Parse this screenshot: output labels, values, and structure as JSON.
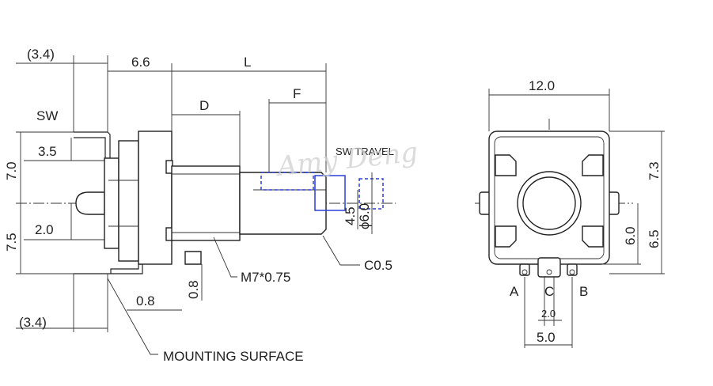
{
  "side_view": {
    "dims": {
      "top_offset": "(3.4)",
      "bottom_offset": "(3.4)",
      "flange": "6.6",
      "length": "L",
      "thread_len": "D",
      "flat_len": "F",
      "sw_label": "SW",
      "sw_travel": "SW TRAVEL",
      "upper_half": "7.0",
      "sw_pin": "3.5",
      "lower_half": "7.5",
      "pin_offset": "2.0",
      "flat_depth": "4.5",
      "shaft_dia": "ϕ6.0",
      "chamfer": "C0.5",
      "thread": "M7*0.75",
      "pin_thick": "0.8",
      "pin_gap": "0.8",
      "mounting": "MOUNTING SURFACE"
    }
  },
  "front_view": {
    "dims": {
      "width": "12.0",
      "top_h": "7.3",
      "pin_h": "6.0",
      "bottom_h": "6.5",
      "pin_a": "A",
      "pin_c": "C",
      "pin_b": "B",
      "pitch": "2.0",
      "span": "5.0"
    }
  },
  "watermark": "Amy Deng"
}
